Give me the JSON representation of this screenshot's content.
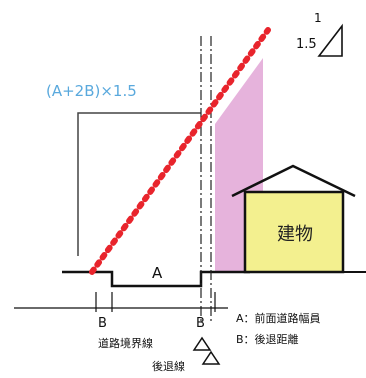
{
  "slope": {
    "rise": "1",
    "run": "1.5"
  },
  "formula": "(A+2B)×1.5",
  "labels": {
    "building": "建物",
    "road_a": "A",
    "setback_b_left": "B",
    "setback_b_right": "B",
    "road_boundary_line": "道路境界線",
    "setback_line": "後退線"
  },
  "legend": {
    "a": "A：前面道路幅員",
    "b": "B：後退距離"
  },
  "colors": {
    "slope_line": "#e8242c",
    "formula_text": "#5aa9dd",
    "setback_fill": "#e6b3dc",
    "building_fill": "#f3f08f",
    "stroke": "#111111"
  }
}
